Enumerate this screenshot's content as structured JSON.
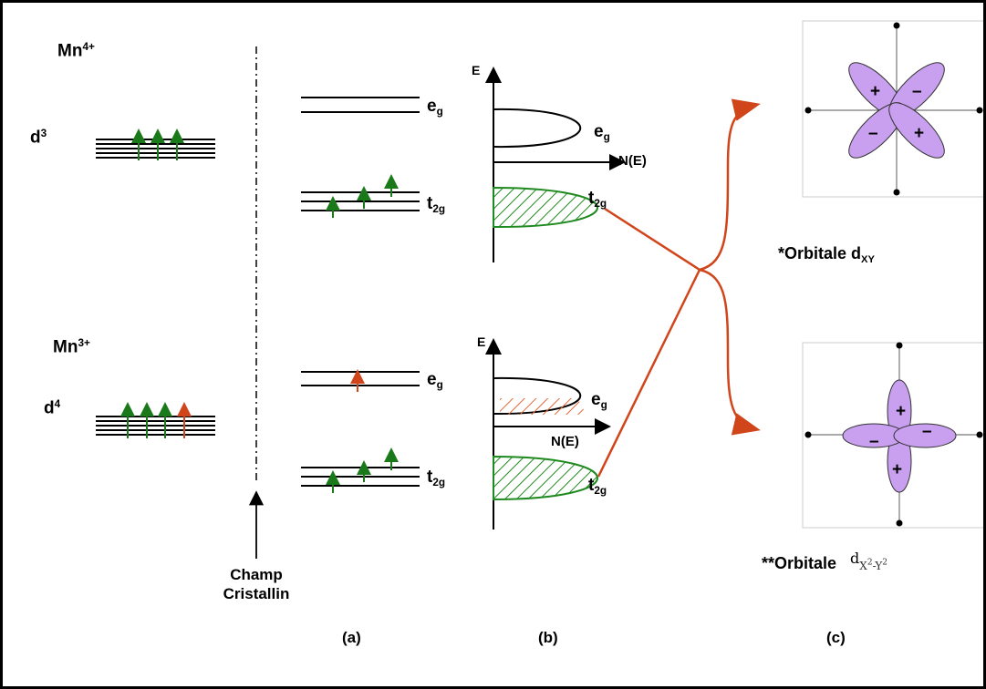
{
  "ion_top": {
    "base": "Mn",
    "charge": "4+",
    "config_base": "d",
    "config_exp": "3"
  },
  "ion_bottom": {
    "base": "Mn",
    "charge": "3+",
    "config_base": "d",
    "config_exp": "4"
  },
  "crystal_field": {
    "line1": "Champ",
    "line2": "Cristallin"
  },
  "levels": {
    "eg_base": "e",
    "eg_sub": "g",
    "t2g_base": "t",
    "t2g_sub": "2g"
  },
  "dos": {
    "energy_axis": "E",
    "density_axis": "N(E)"
  },
  "orbitals": {
    "xy": {
      "prefix": "*Orbitale d",
      "sub": "XY"
    },
    "x2y2": {
      "prefix": "**Orbitale",
      "d": "d",
      "sub_a": "X",
      "exp_a": "2",
      "dash": "-",
      "sub_b": "Y",
      "exp_b": "2"
    },
    "signs": {
      "plus": "+",
      "minus": "–"
    }
  },
  "panels": {
    "a": "(a)",
    "b": "(b)",
    "c": "(c)"
  },
  "colors": {
    "spin_up": "#1a7a1a",
    "eg_electron": "#d0451a",
    "arrow": "#d0451a",
    "lobe_fill": "#c9a0f0",
    "hatch_green": "#1f8a1f",
    "hatch_orange": "#e06a3a"
  }
}
